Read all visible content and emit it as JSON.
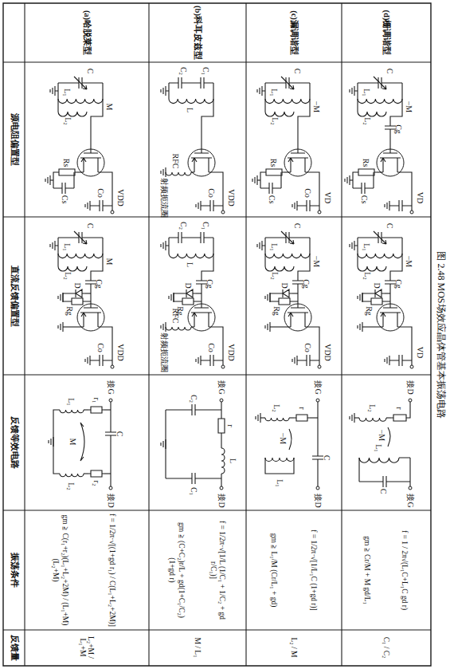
{
  "diagram": {
    "caption": "图 2.48 MOS场效应晶体管基本振荡电路",
    "labels": [
      "(a)哈脱莱型",
      "(b)科耳皮兹型",
      "(c)漏调谐型",
      "(d)栅调谐型",
      "源电阻偏置型",
      "直流反馈偏置型",
      "反馈等效电路",
      "振荡条件",
      "反馈量",
      "C",
      "L₁",
      "L₂",
      "M",
      "Cs",
      "Rs",
      "Co",
      "VDD",
      "Cg",
      "Rg",
      "D",
      "C",
      "L₁",
      "L₂",
      "M",
      "Co",
      "VDD",
      "VDD",
      "Co",
      "C₁",
      "C₂",
      "L",
      "RFC",
      "射频扼流圈",
      "VDD",
      "Co",
      "Cg",
      "Rg",
      "D",
      "C₁",
      "C₂",
      "L",
      "RFC",
      "射频扼流圈",
      "−M",
      "C",
      "L₁",
      "L₂",
      "Cs",
      "Rs",
      "Co",
      "VD",
      "−M",
      "Cg",
      "D",
      "Rg",
      "C",
      "L₁",
      "L₂",
      "Co",
      "VDD",
      "−M",
      "C",
      "L₁",
      "L₂",
      "Cs",
      "Rs",
      "Cg",
      "VD",
      "−M",
      "C",
      "D",
      "Rg",
      "L₁",
      "L₂",
      "Cg",
      "VD",
      "接G",
      "C",
      "接D",
      "r₁",
      "r₂",
      "M",
      "L₁",
      "L₂",
      "接G",
      "r",
      "L",
      "接D",
      "C₁",
      "C₂",
      "接G",
      "C",
      "接D",
      "−M",
      "r",
      "L₂",
      "L₁",
      "接D",
      "接G",
      "−M",
      "r",
      "L₂",
      "L₁",
      "C",
      "f = 1/2π·√[(1+gd r₁) / C(L₁+L₂+2M)]",
      "gm ≧ C(r₁+r₂)(L₁+L₂+2M) / (L₁+M)(L₂+M)",
      "f = 1/2π·√[1/L (1/C₁ + 1/C₂ + gd r/C₁)]",
      "gm ≧ (C+C₂)r/L + gd(1+C₁/C₂)(1+gd r)",
      "f = 1/2π·√[1/L₁C (1+gd r)]",
      "gm ≧ L₁/M (Cr/L₁ + gd)",
      "f = 1 / 2π√(L₁C+L₁C gd r)",
      "gm ≧ Cr/M + M gd/L₁",
      "L₂+M / L₁+M",
      "M / L₁",
      "L₂ / M",
      "C₁ / C₂"
    ]
  }
}
